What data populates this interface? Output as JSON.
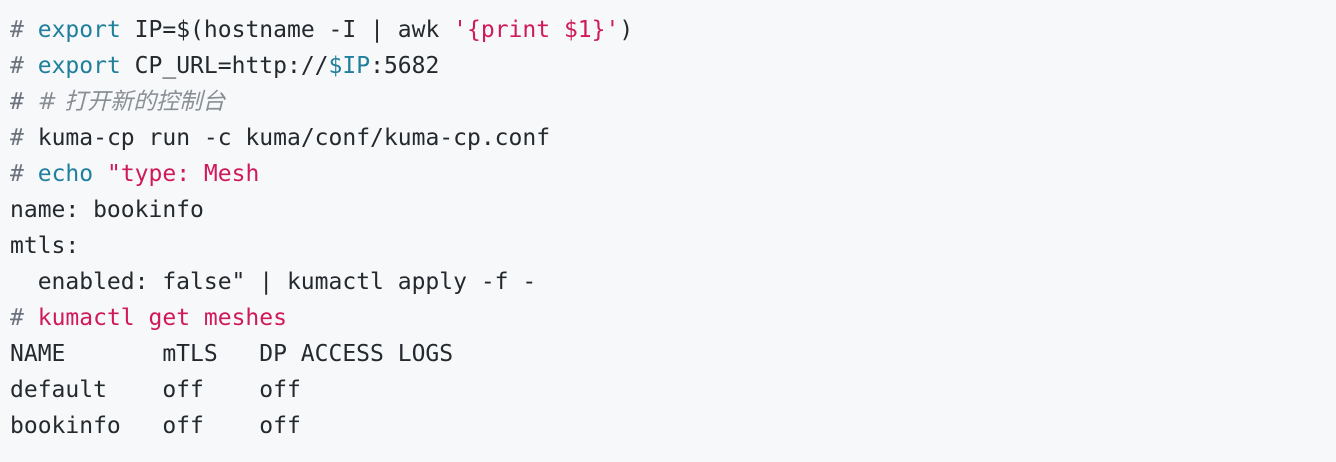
{
  "colors": {
    "background": "#f6f8fa",
    "text": "#24292e",
    "comment": "#6a737d",
    "keyword": "#1f7f9c",
    "string": "#d0195b"
  },
  "code": {
    "line1": {
      "hash": "#",
      "keyword": "export",
      "text": "IP=$(hostname -I | awk",
      "string": "'{print $1}'",
      "close": ")"
    },
    "line2": {
      "hash": "#",
      "keyword": "export",
      "text": "CP_URL=http://",
      "variable": "$IP",
      "rest": ":5682"
    },
    "line3": {
      "hash": "#",
      "comment": "# 打开新的控制台"
    },
    "line4": {
      "hash": "#",
      "text": "kuma-cp run -c kuma/conf/kuma-cp.conf"
    },
    "line5": {
      "hash": "#",
      "keyword": "echo",
      "string": "\"type: Mesh"
    },
    "line6": {
      "string": "name: bookinfo"
    },
    "line7": {
      "string": "mtls:"
    },
    "line8": {
      "string": "  enabled: false\"",
      "text": "| kumactl apply -f -"
    },
    "line9": {
      "hash": "#",
      "string": "kumactl get meshes"
    },
    "table": {
      "header": "NAME       mTLS   DP ACCESS LOGS",
      "rows": [
        "default    off    off",
        "bookinfo   off    off"
      ]
    }
  }
}
